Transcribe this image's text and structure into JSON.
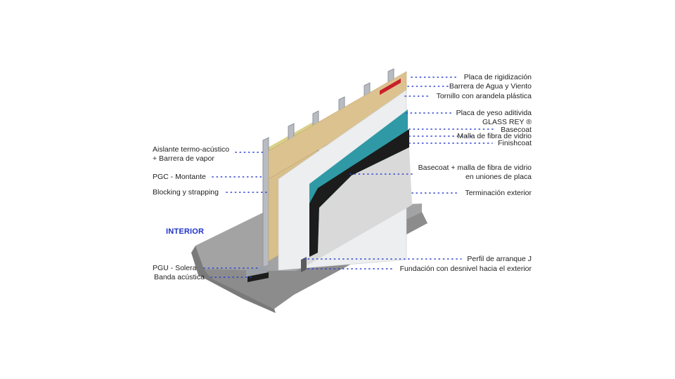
{
  "colors": {
    "leader": "#2c3fd1",
    "interior_label": "#1f33c8",
    "osb": "#dcc28f",
    "insulation": "#d9d08a",
    "glass_board": "#2f9aa6",
    "basecoat": "#1c1c1c",
    "finish": "#d9d9d9",
    "foundation": "#9a9a9a",
    "steel": "#b8bcc2"
  },
  "labels": {
    "interior": "INTERIOR",
    "left": {
      "aislante_1": "Aislante termo-acústico",
      "aislante_2": "+ Barrera de vapor",
      "pgc": "PGC - Montante",
      "blocking": "Blocking y strapping",
      "pgu": "PGU - Solera",
      "banda": "Banda acústica"
    },
    "right": {
      "placa_rig": "Placa de rigidización",
      "barrera": "Barrera de Agua y Viento",
      "tornillo": "Tornillo con arandela plástica",
      "placa_yeso_1": "Placa de yeso aditivida",
      "placa_yeso_2": "GLASS REY ®",
      "basecoat": "Basecoat",
      "malla": "Malla de fibra de vidrio",
      "finishcoat": "Finishcoat",
      "basecoat_malla_1": "Basecoat + malla de fibra de vidrio",
      "basecoat_malla_2": "en uniones de placa",
      "terminacion": "Terminación exterior",
      "perfil": "Perfil de arranque J",
      "fundacion": "Fundación con desnivel hacia el exterior"
    }
  }
}
